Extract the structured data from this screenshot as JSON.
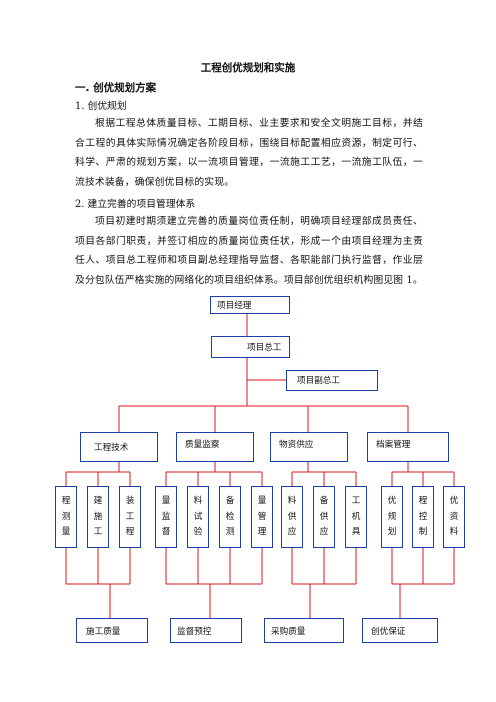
{
  "title": "工程创优规划和实施",
  "section1": "一. 创优规划方案",
  "sub1": "1. 创优规划",
  "para1": "根据工程总体质量目标、工期目标、业主要求和安全文明施工目标，并结合工程的具体实际情况确定各阶段目标，围绕目标配置相应资源，制定可行、科学、严肃的规划方案，以一流项目管理，一流施工工艺，一流施工队伍，一流技术装备，确保创优目标的实现。",
  "sub2": "2. 建立完善的项目管理体系",
  "para2": "项目初建时期须建立完善的质量岗位责任制，明确项目经理部成员责任、项目各部门职责，并签订相应的质量岗位责任状，形成一个由项目经理为主责任人、项目总工程师和项目副总经理指导监督、各职能部门执行监督，作业层及分包队伍严格实施的网络化的项目组织体系。项目部创优组织机构图见图 1。",
  "org": {
    "manager": "项目经理",
    "chief_engineer": "项目总工",
    "deputy_chief": "项目副总工",
    "departments": [
      "工程技术",
      "质量监察",
      "物资供应",
      "档案管理"
    ],
    "units": [
      "程\n测\n量",
      "建\n施\n工",
      "装\n工\n程",
      "量\n监\n督",
      "料\n试\n验",
      "备\n检\n测",
      "量\n管\n理",
      "料\n供\n应",
      "备\n供\n应",
      "工\n机\n具",
      "优\n规\n划",
      "程\n控\n制",
      "优\n资\n料"
    ],
    "outcomes": [
      "施工质量",
      "监督预控",
      "采购质量",
      "创优保证"
    ]
  }
}
